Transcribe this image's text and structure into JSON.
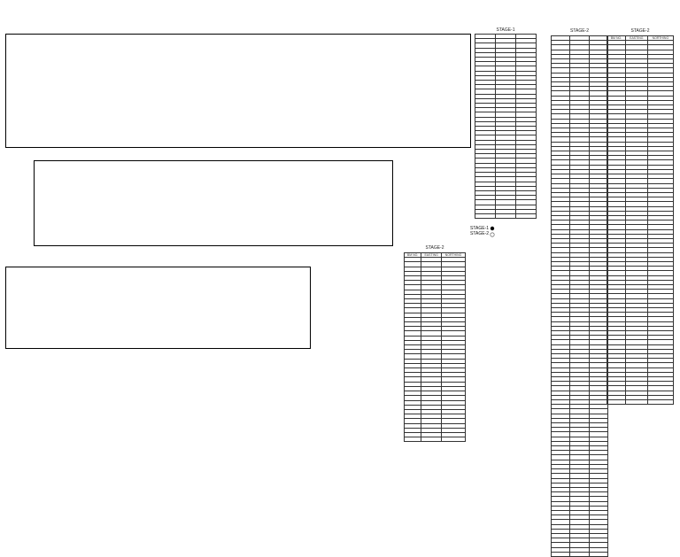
{
  "tables": {
    "stage1_title": "STAGE-1",
    "stage2_title": "STAGE-2",
    "col_bm": "BM NO.",
    "col_easting": "EASTING",
    "col_northing": "NORTHING"
  },
  "legend": {
    "stage1": "STAGE-1",
    "stage2": "STAGE-2"
  },
  "colors": {
    "line": "#000000",
    "faint": "#555555"
  }
}
